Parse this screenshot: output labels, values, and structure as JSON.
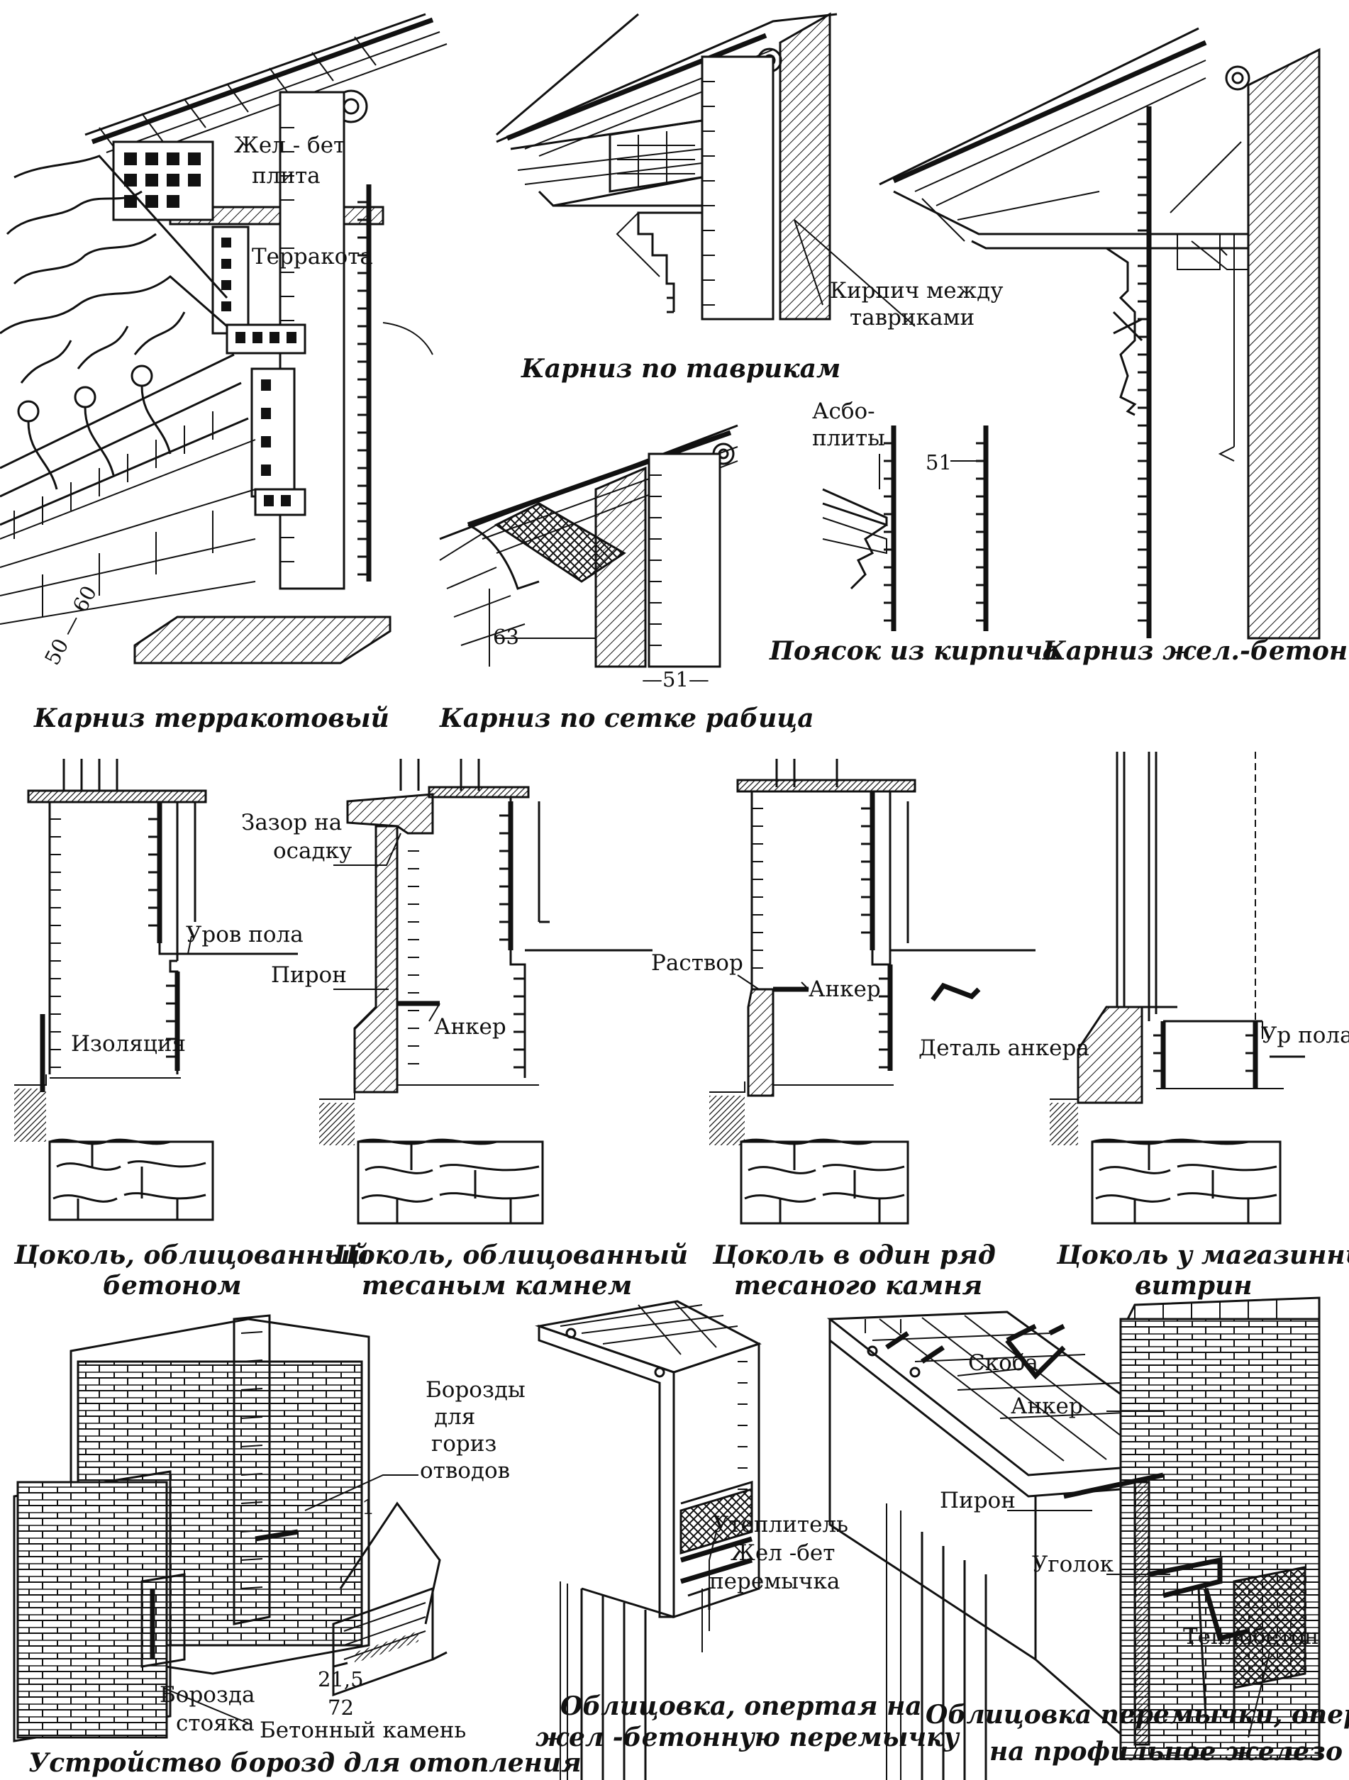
{
  "colors": {
    "ink": "#111111",
    "paper": "#ffffff"
  },
  "panels": [
    {
      "id": "terracotta",
      "caption": [
        "Карниз терракотовый"
      ],
      "labels": [
        "Жел - бет",
        "плита",
        "Терракота"
      ],
      "dims": [
        "50 — 60"
      ]
    },
    {
      "id": "tavriki",
      "caption": [
        "Карниз по таврикам"
      ],
      "labels": [
        "Кирпич между",
        "тавриками"
      ],
      "dims": []
    },
    {
      "id": "rabitz",
      "caption": [
        "Карниз по сетке рабица"
      ],
      "labels": [],
      "dims": [
        "63",
        "—51—"
      ]
    },
    {
      "id": "brick-belt",
      "caption": [
        "Поясок из кирпича"
      ],
      "labels": [
        "Асбо-",
        "плиты"
      ],
      "dims": [
        "51"
      ]
    },
    {
      "id": "rc-cornice",
      "caption": [
        "Карниз жел.-бетонный"
      ],
      "labels": [],
      "dims": []
    },
    {
      "id": "plinth-concrete",
      "caption": [
        "Цоколь, облицованный",
        "бетоном"
      ],
      "labels": [
        "Уров пола",
        "Изоляция"
      ],
      "dims": []
    },
    {
      "id": "plinth-stone",
      "caption": [
        "Цоколь, облицованный",
        "тесаным камнем"
      ],
      "labels": [
        "Зазор на",
        "осадку",
        "Пирон",
        "Анкер"
      ],
      "dims": []
    },
    {
      "id": "plinth-row",
      "caption": [
        "Цоколь в один ряд",
        "тесаного камня"
      ],
      "labels": [
        "Раствор",
        "Анкер",
        "Деталь анкера"
      ],
      "dims": []
    },
    {
      "id": "plinth-shop",
      "caption": [
        "Цоколь у магазинных",
        "витрин"
      ],
      "labels": [
        "Ур пола"
      ],
      "dims": []
    },
    {
      "id": "heating-grooves",
      "caption": [
        "Устройство борозд для отопления"
      ],
      "labels": [
        "Борозды",
        "для",
        "гориз",
        "отводов",
        "Борозда",
        "стояка",
        "Бетонный камень"
      ],
      "dims": [
        "1",
        "21,5",
        "72"
      ]
    },
    {
      "id": "cladding-lintel",
      "caption": [
        "Облицовка, опертая на",
        "жел -бетонную перемычку"
      ],
      "labels": [
        "Утеплитель",
        "Жел -бет",
        "перемычка"
      ],
      "dims": []
    },
    {
      "id": "cladding-profile",
      "caption": [
        "Облицовка перемычки, опертая",
        "на профильное железо"
      ],
      "labels": [
        "Скоба",
        "Анкер",
        "Пирон",
        "Уголок",
        "Теплобетон"
      ],
      "dims": []
    }
  ]
}
